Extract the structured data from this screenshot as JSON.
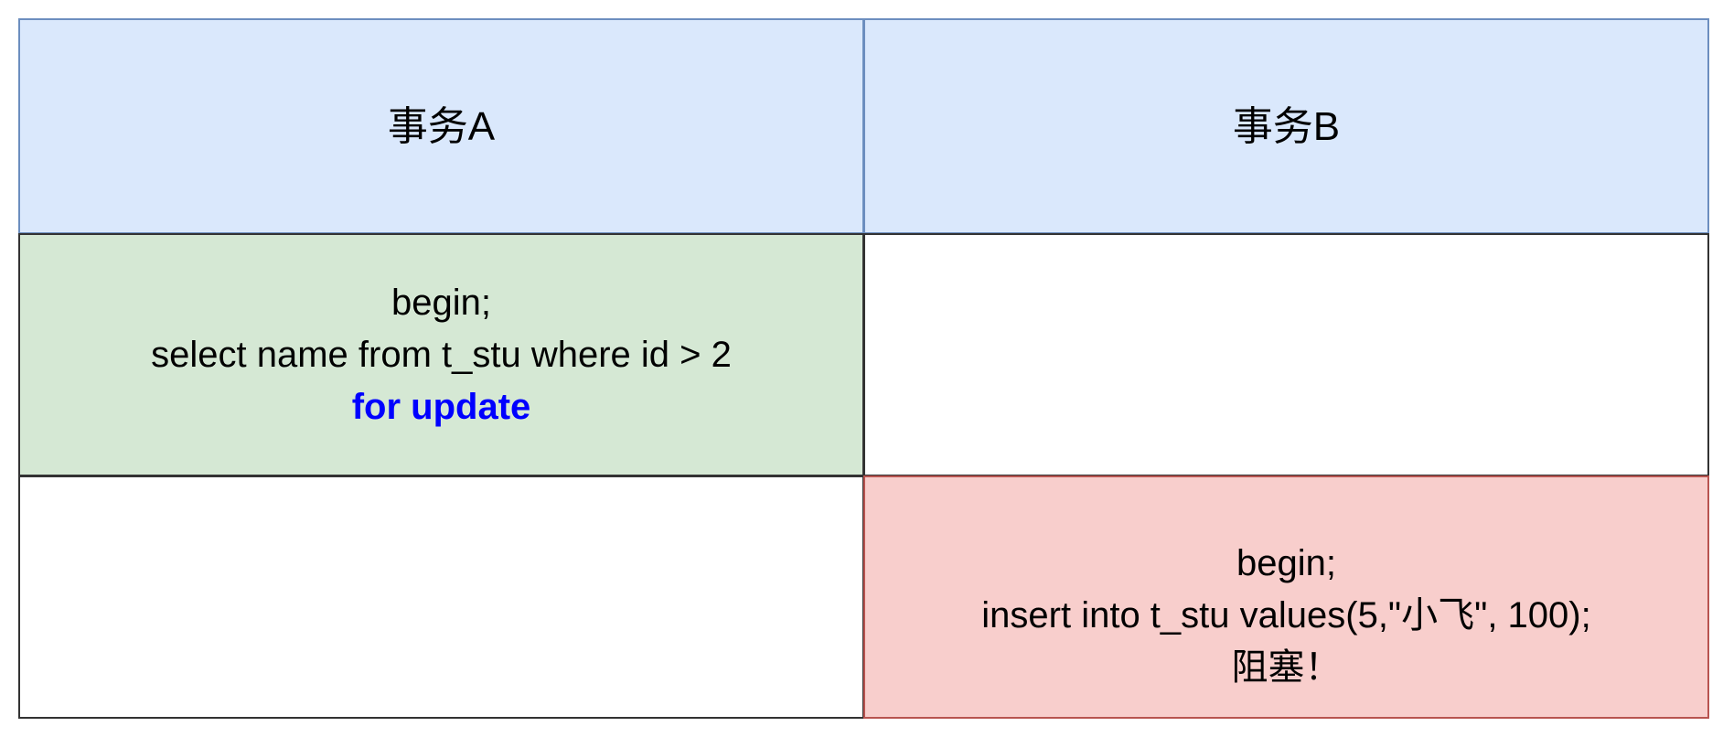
{
  "headers": {
    "a": "事务A",
    "b": "事务B"
  },
  "transaction_a": {
    "line1": "begin;",
    "line2": "select name from t_stu where id > 2",
    "line3": "for update"
  },
  "transaction_b": {
    "line1": "begin;",
    "line2": "insert into t_stu values(5,\"小飞\", 100);",
    "line3": "阻塞！"
  },
  "colors": {
    "header_fill": "#dae8fc",
    "header_border": "#6c8ebf",
    "a_fill": "#d5e8d4",
    "b_fill": "#f8cecc",
    "b_border": "#b85450",
    "keyword": "#0000ff"
  }
}
